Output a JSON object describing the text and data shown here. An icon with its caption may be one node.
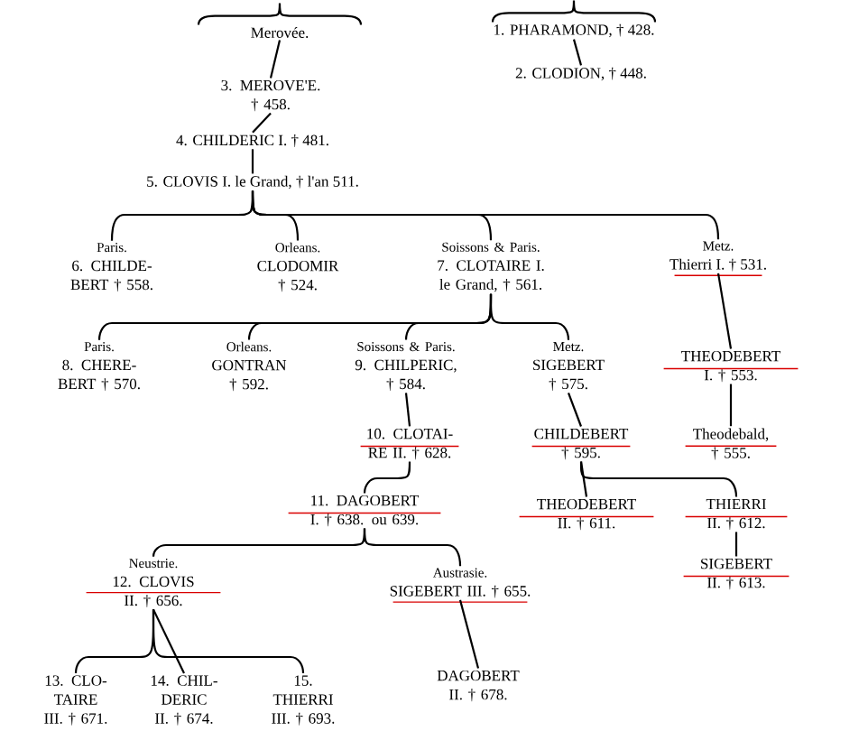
{
  "diagram": {
    "nodes": [
      {
        "text": [
          "Merovée."
        ]
      },
      {
        "text": [
          "1. PHARAMOND, † 428."
        ]
      },
      {
        "text": [
          "2. CLODION, † 448."
        ]
      },
      {
        "text": [
          "3. MEROVE'E. † 458."
        ]
      },
      {
        "text": [
          "4. CHILDERIC I. † 481."
        ]
      },
      {
        "text": [
          "5. CLOVIS I. le Grand, † l'an 511."
        ]
      },
      {
        "text": [
          "Paris.",
          "6. CHILDE- BERT † 558."
        ]
      },
      {
        "text": [
          "Orleans.",
          "CLODOMIR † 524."
        ]
      },
      {
        "text": [
          "Soissons & Paris.",
          "7. CLOTAIRE I. le Grand, † 561."
        ]
      },
      {
        "text": [
          "Metz.",
          "Thierri I. † 531."
        ]
      },
      {
        "text": [
          "Paris.",
          "8. CHERE- BERT † 570."
        ]
      },
      {
        "text": [
          "Orleans.",
          "GONTRAN † 592."
        ]
      },
      {
        "text": [
          "Soissons & Paris.",
          "9. CHILPERIC, † 584."
        ]
      },
      {
        "text": [
          "Metz.",
          "SIGEBERT † 575."
        ]
      },
      {
        "text": [
          "THEODEBERT I. † 553."
        ]
      },
      {
        "text": [
          "10. CLOTAI- RE II. † 628."
        ]
      },
      {
        "text": [
          "CHILDEBERT † 595."
        ]
      },
      {
        "text": [
          "Theodebald, † 555."
        ]
      },
      {
        "text": [
          "11. DAGOBERT I. † 638. ou 639."
        ]
      },
      {
        "text": [
          "THEODEBERT II. † 611."
        ]
      },
      {
        "text": [
          "THIERRI II. † 612."
        ]
      },
      {
        "text": [
          "SIGEBERT II. † 613."
        ]
      },
      {
        "text": [
          "Neustrie.",
          "12. CLOVIS II. † 656."
        ]
      },
      {
        "text": [
          "Austrasie.",
          "SIGEBERT III. † 655."
        ]
      },
      {
        "text": [
          "13. CLO- TAIRE III. † 671."
        ]
      },
      {
        "text": [
          "14. CHIL- DERIC II. † 674."
        ]
      },
      {
        "text": [
          "15. THIERRI III. † 693."
        ]
      },
      {
        "text": [
          "DAGOBERT II. † 678."
        ]
      }
    ],
    "edges": [
      {
        "from": null,
        "to": 0,
        "arrow": "none"
      },
      {
        "from": null,
        "to": 1,
        "arrow": "none"
      },
      {
        "from": 1,
        "to": 2,
        "arrow": "none"
      },
      {
        "from": 0,
        "to": 3,
        "arrow": "none"
      },
      {
        "from": 3,
        "to": 4,
        "arrow": "none"
      },
      {
        "from": 4,
        "to": 5,
        "arrow": "none"
      },
      {
        "from": 5,
        "to": 6,
        "arrow": "none"
      },
      {
        "from": 5,
        "to": 7,
        "arrow": "none"
      },
      {
        "from": 5,
        "to": 8,
        "arrow": "none"
      },
      {
        "from": 5,
        "to": 9,
        "arrow": "none"
      },
      {
        "from": 8,
        "to": 10,
        "arrow": "none"
      },
      {
        "from": 8,
        "to": 11,
        "arrow": "none"
      },
      {
        "from": 8,
        "to": 12,
        "arrow": "none"
      },
      {
        "from": 8,
        "to": 13,
        "arrow": "none"
      },
      {
        "from": 9,
        "to": 14,
        "arrow": "none"
      },
      {
        "from": 12,
        "to": 15,
        "arrow": "none"
      },
      {
        "from": 13,
        "to": 16,
        "arrow": "none"
      },
      {
        "from": 14,
        "to": 17,
        "arrow": "none"
      },
      {
        "from": 15,
        "to": 18,
        "arrow": "none"
      },
      {
        "from": 16,
        "to": 19,
        "arrow": "none"
      },
      {
        "from": 16,
        "to": 20,
        "arrow": "none"
      },
      {
        "from": 20,
        "to": 21,
        "arrow": "none"
      },
      {
        "from": 18,
        "to": 22,
        "arrow": "none"
      },
      {
        "from": 18,
        "to": 23,
        "arrow": "none"
      },
      {
        "from": 22,
        "to": 24,
        "arrow": "none"
      },
      {
        "from": 22,
        "to": 25,
        "arrow": "none"
      },
      {
        "from": 22,
        "to": 26,
        "arrow": "none"
      },
      {
        "from": 23,
        "to": 27,
        "arrow": "none"
      }
    ]
  }
}
